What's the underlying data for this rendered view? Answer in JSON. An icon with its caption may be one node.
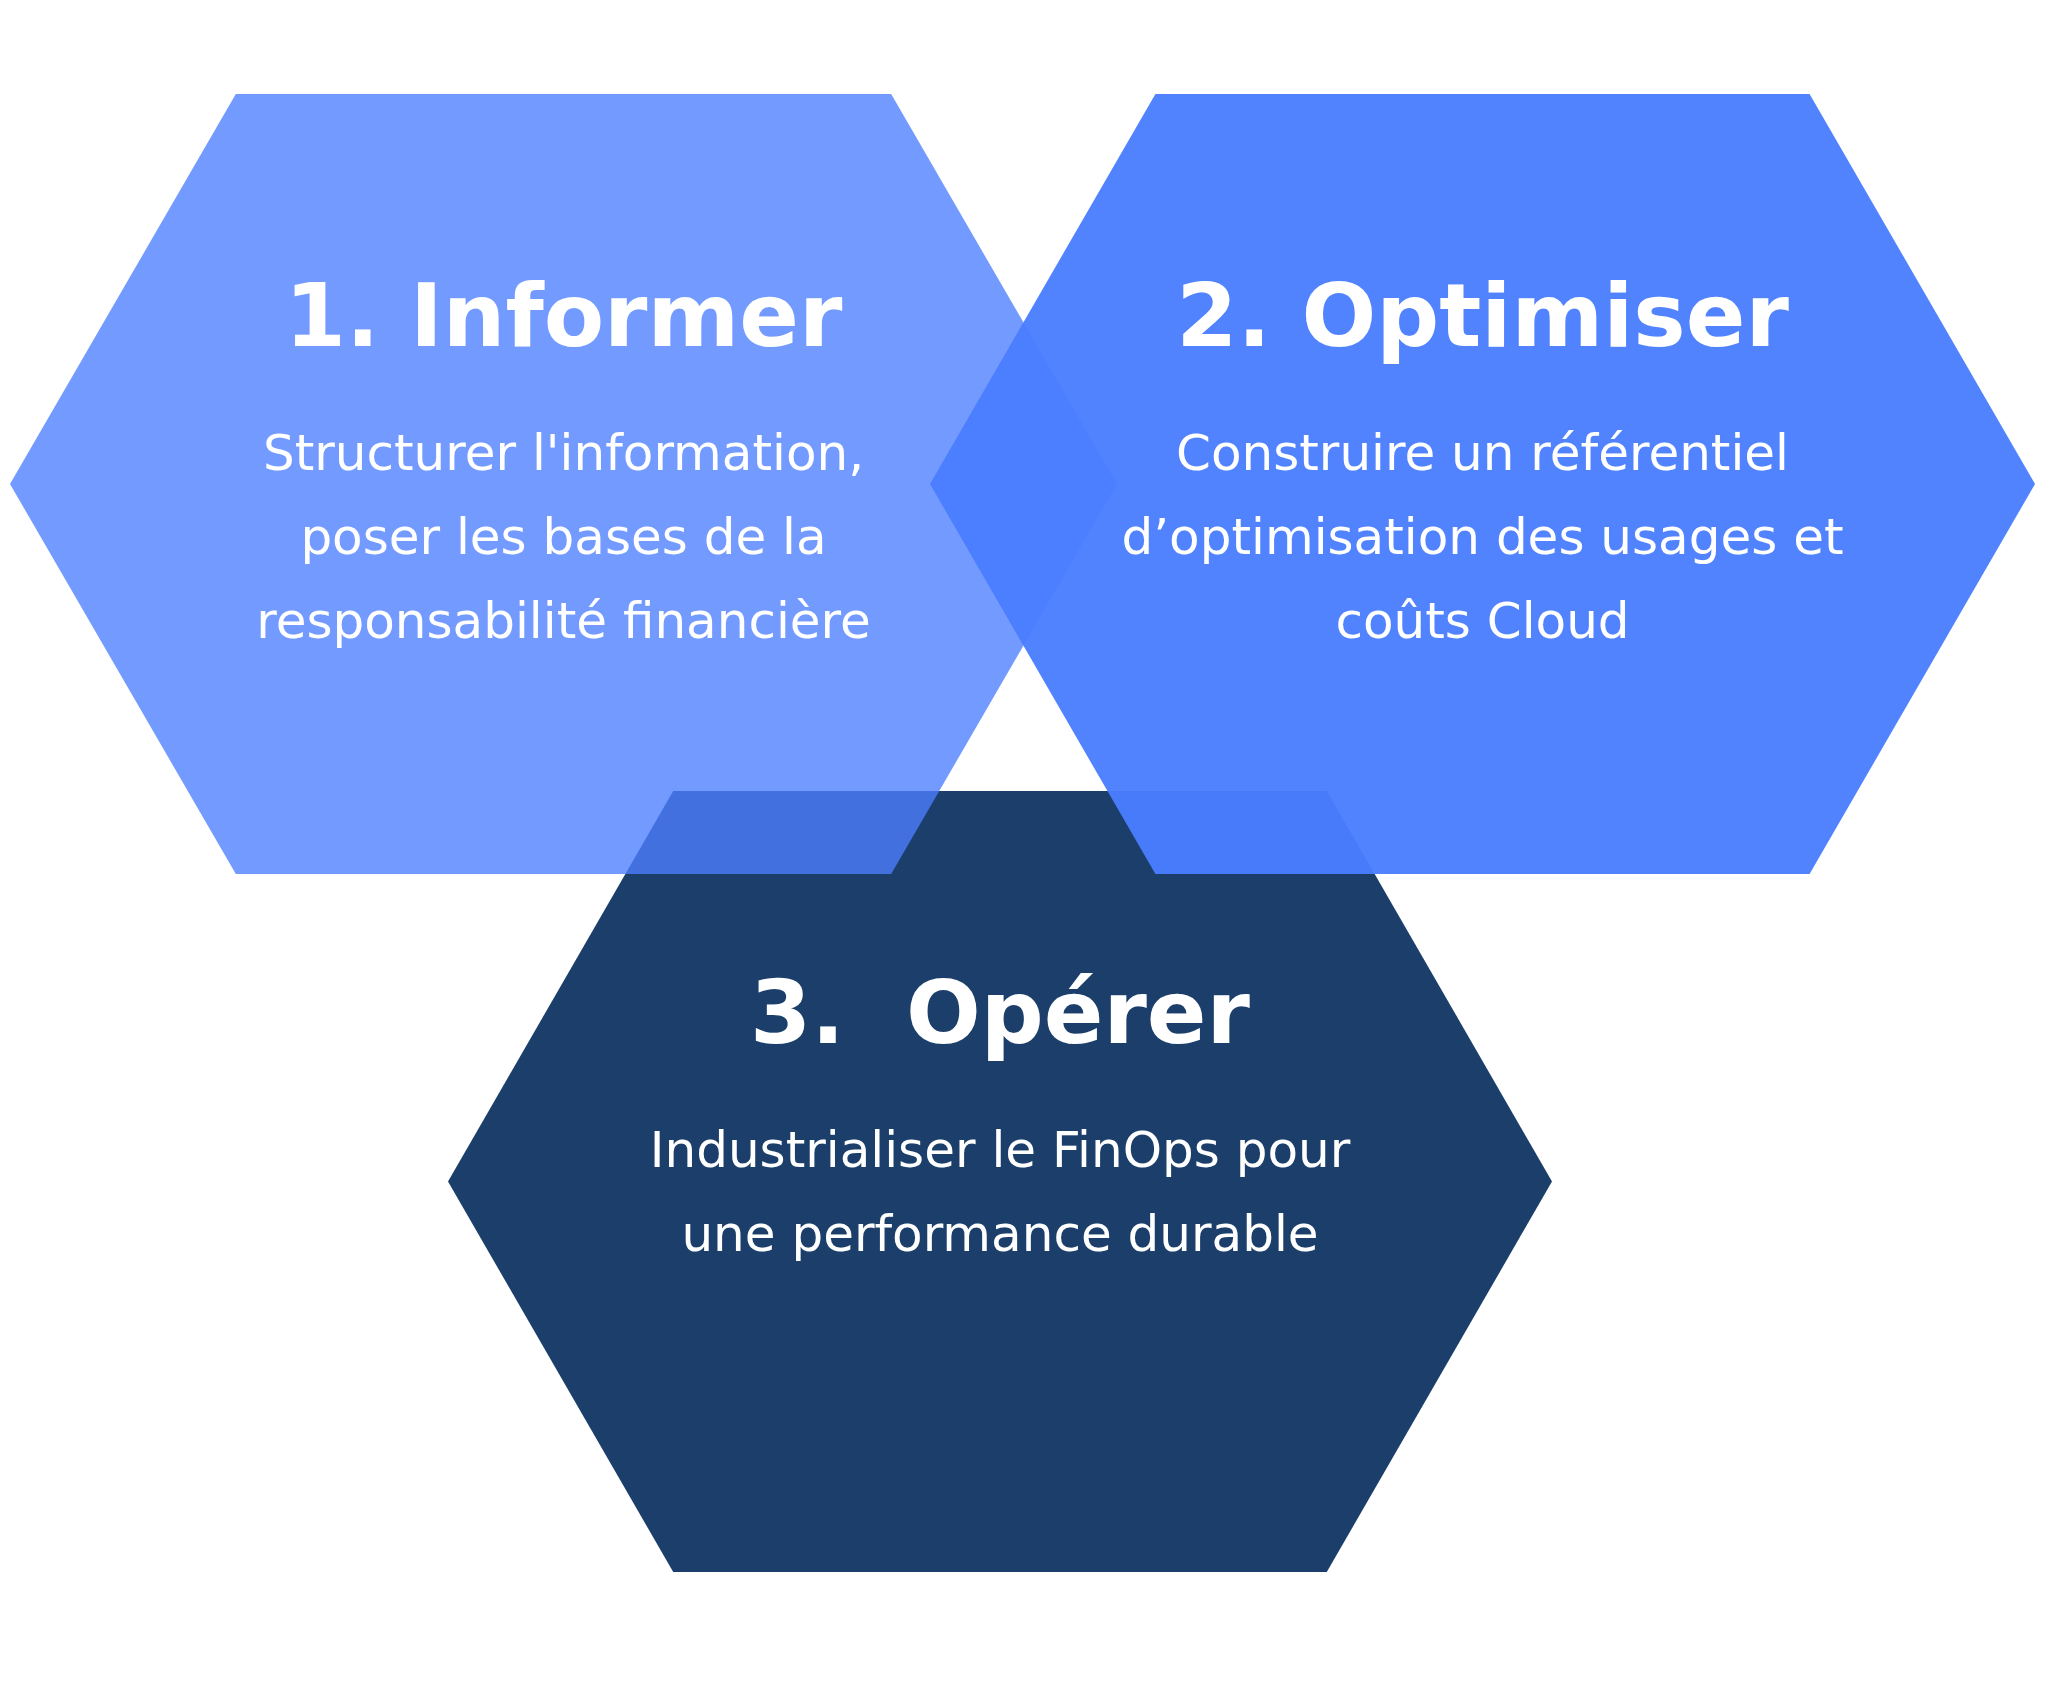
{
  "diagram": {
    "nodes": [
      {
        "text": [
          "1. Informer",
          "Structurer l'information, poser les bases de la responsabilité financière"
        ]
      },
      {
        "text": [
          "2. Optimiser",
          "Construire un référentiel d’optimisation des usages et coûts Cloud"
        ]
      },
      {
        "text": [
          "3.  Opérer",
          "Industrialiser le FinOps pour une performance durable"
        ]
      }
    ]
  }
}
